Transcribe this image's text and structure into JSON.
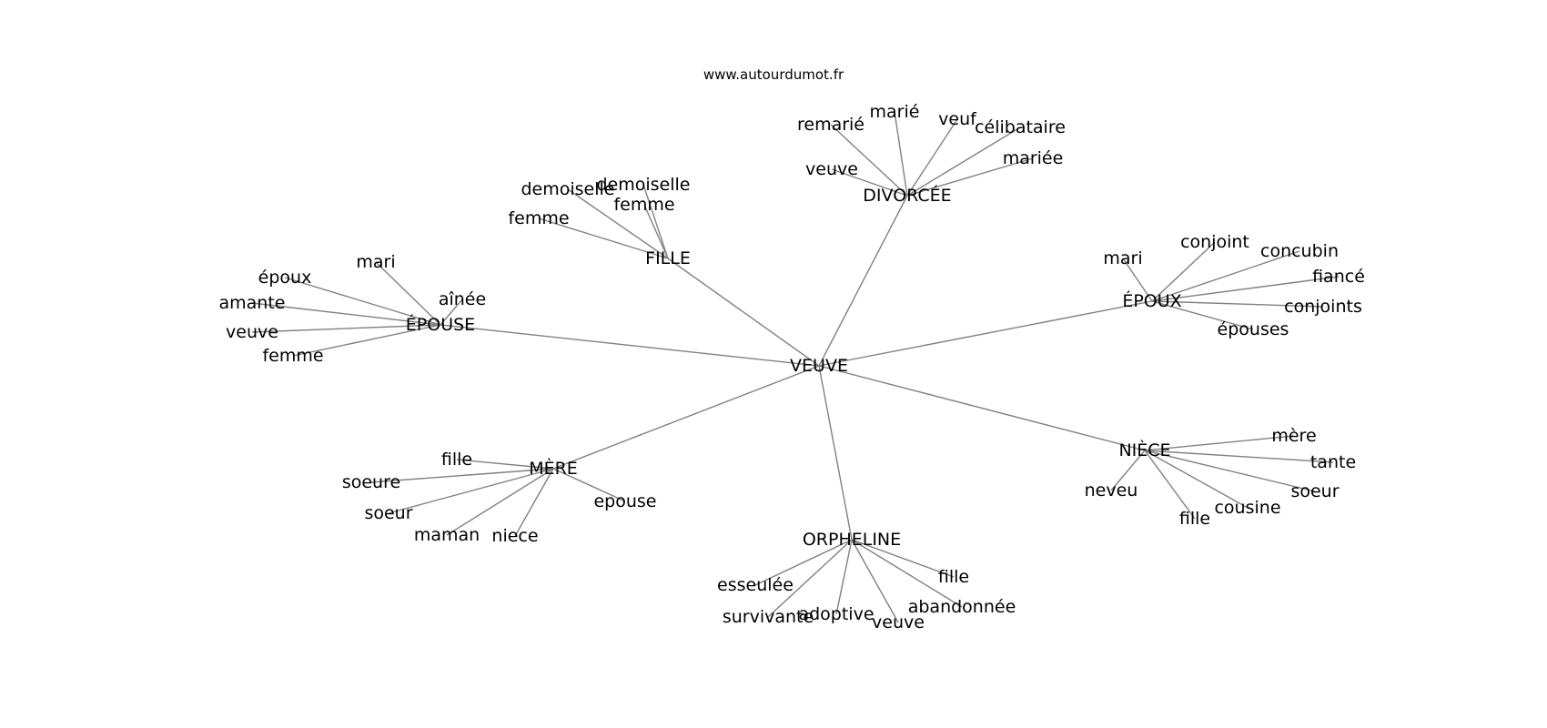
{
  "header": {
    "site": "www.autourdumot.fr"
  },
  "graph": {
    "root": "VEUVE",
    "hubs": [
      {
        "label": "DIVORCÉE",
        "leaves": [
          "remarié",
          "marié",
          "veuf",
          "célibataire",
          "mariée",
          "veuve"
        ]
      },
      {
        "label": "FILLE",
        "leaves": [
          "demoiselle",
          "demoiselle",
          "femme",
          "femme"
        ]
      },
      {
        "label": "ÉPOUSE",
        "leaves": [
          "mari",
          "époux",
          "aînée",
          "amante",
          "veuve",
          "femme"
        ]
      },
      {
        "label": "ÉPOUX",
        "leaves": [
          "mari",
          "conjoint",
          "concubin",
          "fiancé",
          "conjoints",
          "épouses"
        ]
      },
      {
        "label": "MÈRE",
        "leaves": [
          "fille",
          "soeure",
          "soeur",
          "maman",
          "niece",
          "epouse"
        ]
      },
      {
        "label": "NIÈCE",
        "leaves": [
          "mère",
          "tante",
          "soeur",
          "neveu",
          "cousine",
          "fille"
        ]
      },
      {
        "label": "ORPHELINE",
        "leaves": [
          "esseulée",
          "survivante",
          "adoptive",
          "veuve",
          "abandonnée",
          "fille"
        ]
      }
    ]
  }
}
